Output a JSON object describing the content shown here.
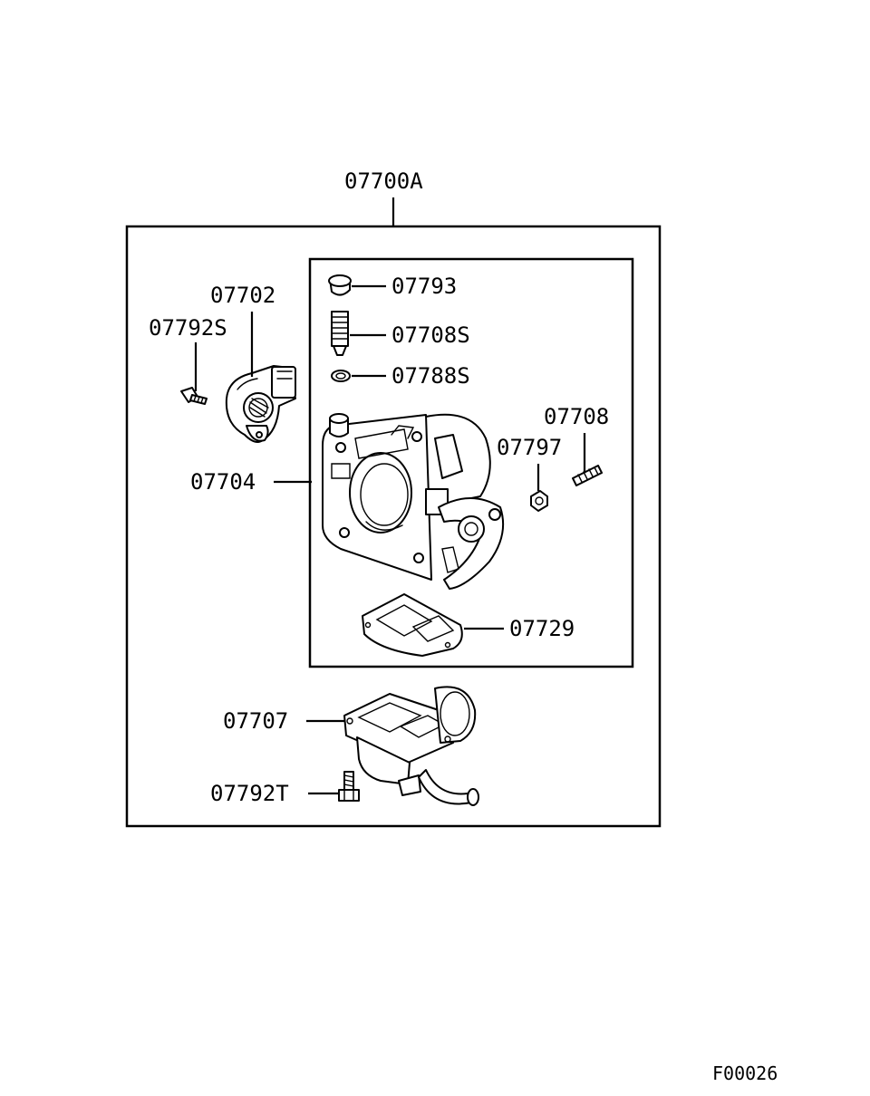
{
  "assembly": {
    "number": "07700A"
  },
  "parts": {
    "tps_sensor": "07702",
    "tps_screw": "07792S",
    "cap": "07793",
    "spring_screw": "07708S",
    "o_ring": "07788S",
    "stud": "07708",
    "nut": "07797",
    "throttle_body": "07704",
    "gasket": "07729",
    "chamber": "07707",
    "chamber_bolt": "07792T"
  },
  "figure_code": "F00026"
}
